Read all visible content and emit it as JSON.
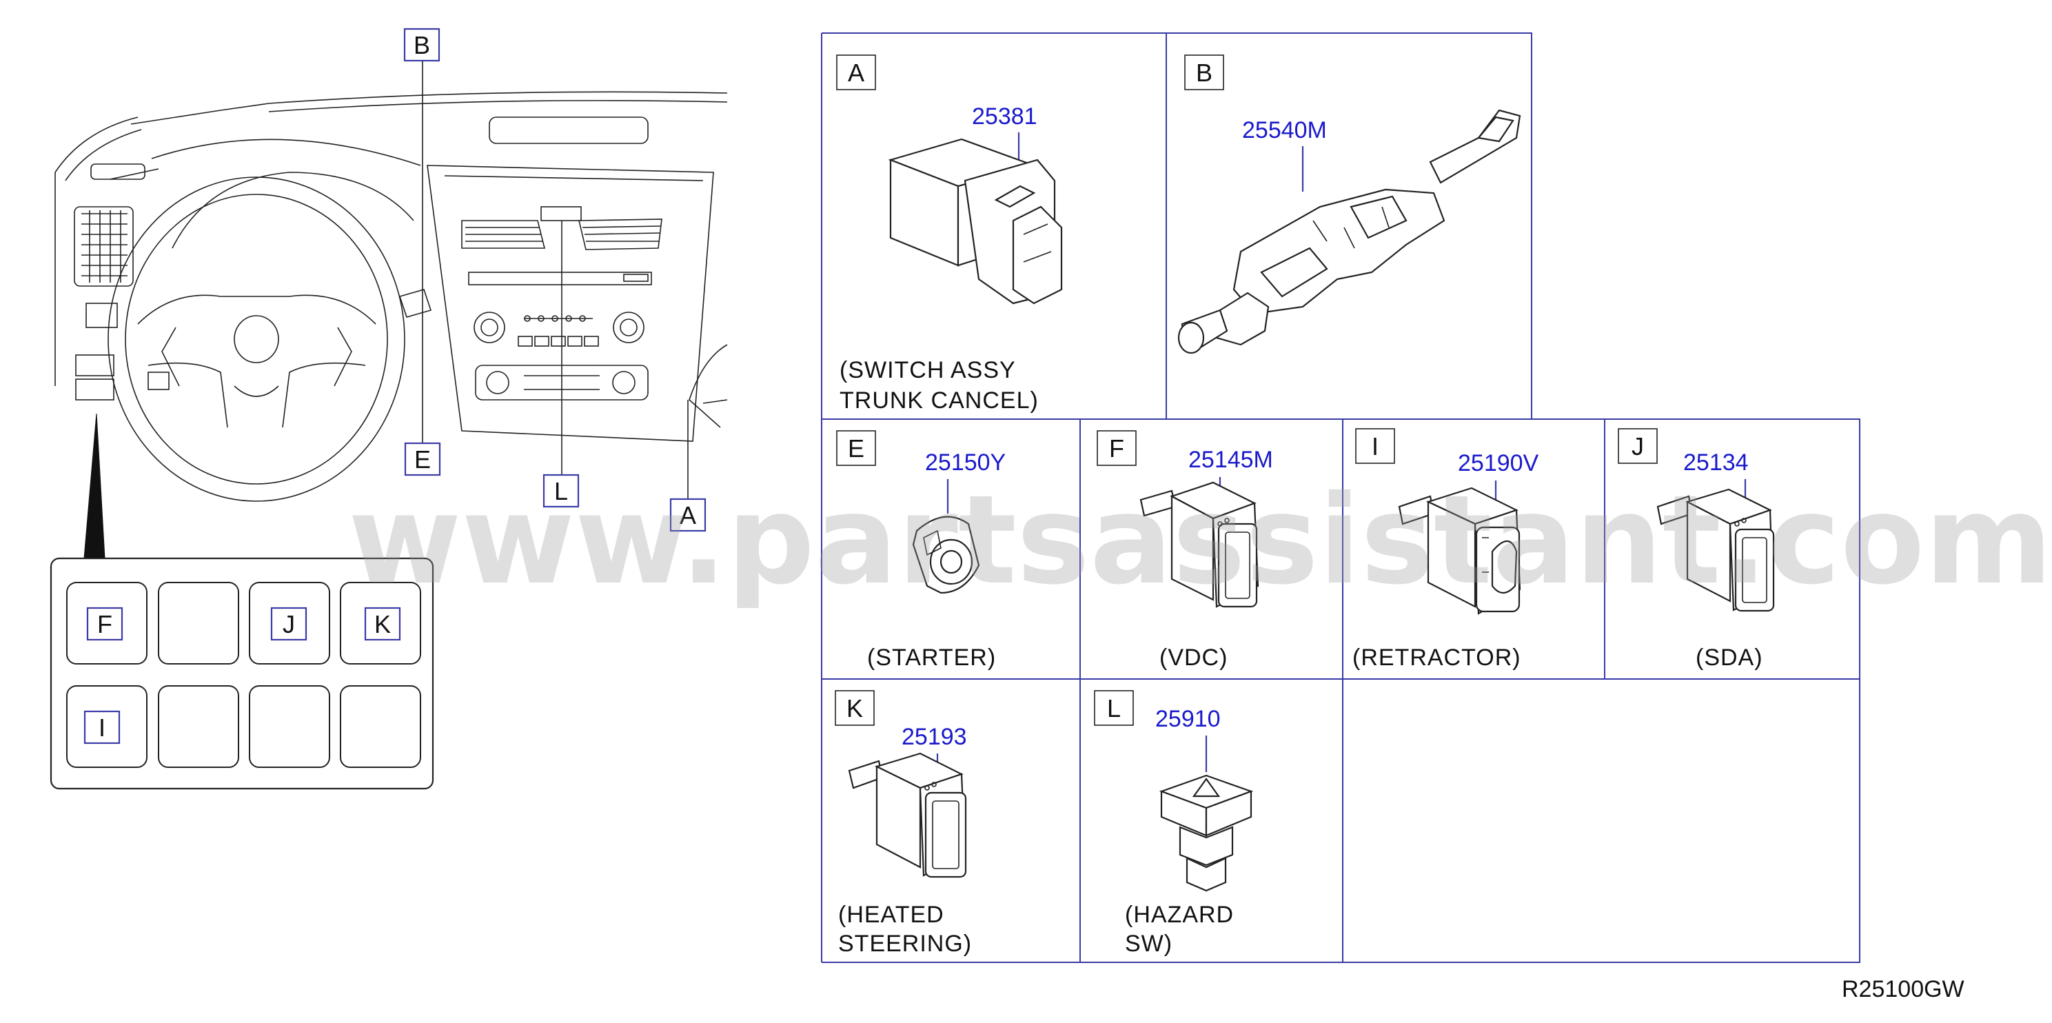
{
  "callouts": {
    "dash_B": "B",
    "dash_E": "E",
    "dash_L": "L",
    "dash_A": "A",
    "sw_F": "F",
    "sw_J": "J",
    "sw_K": "K",
    "sw_I": "I"
  },
  "panels": [
    {
      "letter": "A",
      "part_no": "25381",
      "caption": [
        "(SWITCH   ASSY",
        "TRUNK   CANCEL)"
      ]
    },
    {
      "letter": "B",
      "part_no": "25540M",
      "caption": []
    },
    {
      "letter": "E",
      "part_no": "25150Y",
      "caption": [
        "(STARTER)"
      ]
    },
    {
      "letter": "F",
      "part_no": "25145M",
      "caption": [
        "(VDC)"
      ]
    },
    {
      "letter": "I",
      "part_no": "25190V",
      "caption": [
        "(RETRACTOR)"
      ]
    },
    {
      "letter": "J",
      "part_no": "25134",
      "caption": [
        "(SDA)"
      ]
    },
    {
      "letter": "K",
      "part_no": "25193",
      "caption": [
        "(HEATED",
        "STEERING)"
      ]
    },
    {
      "letter": "L",
      "part_no": "25910",
      "caption": [
        "(HAZARD",
        "SW)"
      ]
    }
  ],
  "watermark": "www.partsassistant.com",
  "diagram_code": "R25100GW",
  "colors": {
    "part_number": "#1a1acc",
    "callout_box": "#3a3aa8",
    "line": "#222222"
  }
}
